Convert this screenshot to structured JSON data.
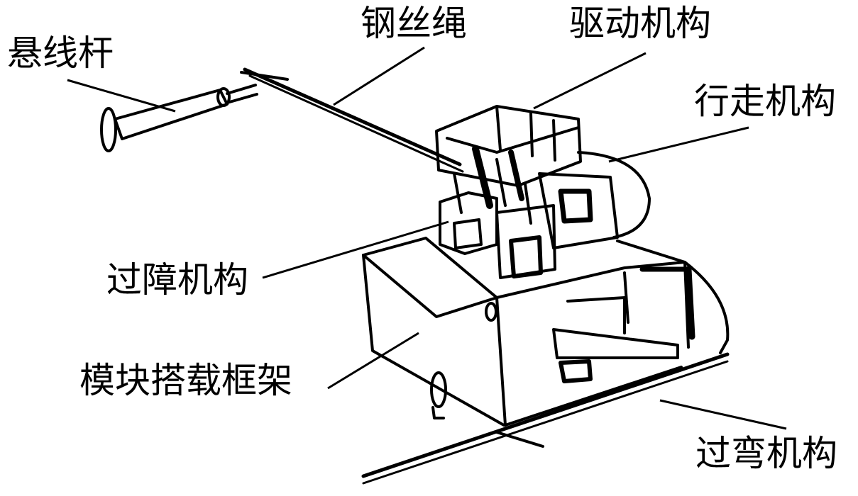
{
  "labels": {
    "suspension_rod": "悬线杆",
    "wire_rope": "钢丝绳",
    "drive_mechanism": "驱动机构",
    "walking_mechanism": "行走机构",
    "obstacle_crossing": "过障机构",
    "module_frame": "模块搭载框架",
    "bend_crossing": "过弯机构"
  },
  "colors": {
    "ink": "#000000",
    "background": "#ffffff"
  }
}
